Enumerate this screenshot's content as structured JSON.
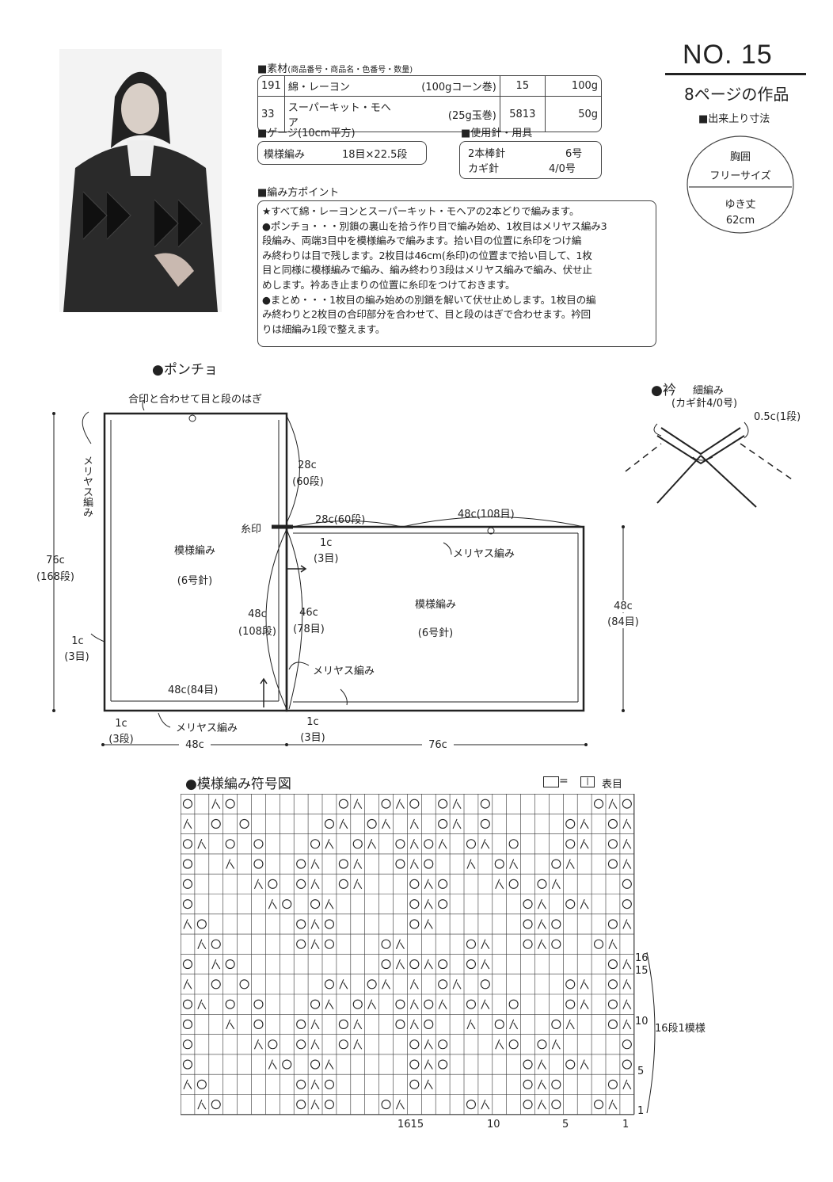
{
  "header": {
    "number": "NO. 15",
    "page_ref": "8ページの作品",
    "finished_size_title": "■出来上り寸法",
    "chest_label": "胸囲",
    "chest_value": "フリーサイズ",
    "sleeve_label": "ゆき丈",
    "sleeve_value": "62cm"
  },
  "materials": {
    "title": "■素材",
    "title_note": "(商品番号・商品名・色番号・数量)",
    "rows": [
      {
        "code": "191",
        "name": "綿・レーヨン",
        "unit": "(100gコーン巻)",
        "color": "15",
        "qty": "100g"
      },
      {
        "code": "33",
        "name": "スーパーキット・モヘア",
        "unit": "(25g玉巻)",
        "color": "5813",
        "qty": "50g"
      }
    ]
  },
  "gauge": {
    "title": "■ゲージ(10cm平方)",
    "pattern": "模様編み",
    "value": "18目×22.5段"
  },
  "needles": {
    "title": "■使用針・用具",
    "row1_name": "2本棒針",
    "row1_size": "6号",
    "row2_name": "カギ針",
    "row2_size": "4/0号"
  },
  "points": {
    "title": "■編み方ポイント",
    "lines": [
      "★すべて綿・レーヨンとスーパーキット・モヘアの2本どりで編みます。",
      "●ポンチョ・・・別鎖の裏山を拾う作り目で編み始め、1枚目はメリヤス編み3",
      "段編み、両端3目中を模様編みで編みます。拾い目の位置に糸印をつけ編",
      "み終わりは目で残します。2枚目は46cm(糸印)の位置まで拾い目して、1枚",
      "目と同様に模様編みで編み、編み終わり3段はメリヤス編みで編み、伏せ止",
      "めします。衿あき止まりの位置に糸印をつけておきます。",
      "●まとめ・・・1枚目の編み始めの別鎖を解いて伏せ止めします。1枚目の編",
      "み終わりと2枚目の合印部分を合わせて、目と段のはぎで合わせます。衿回",
      "りは細編み1段で整えます。"
    ]
  },
  "poncho": {
    "title": "●ポンチョ",
    "seam_note": "合印と合わせて目と段のはぎ",
    "stockinette_left": "メリヤス編み",
    "h76": "76c",
    "h76_rows": "(168段)",
    "pattern1": "模様編み",
    "needle1": "(6号針)",
    "edge_1c": "1c",
    "edge_3st": "(3目)",
    "bottom_48_84": "48c(84目)",
    "bottom_1c": "1c",
    "bottom_3rows": "(3段)",
    "stockinette_bottom": "メリヤス編み",
    "w48": "48c",
    "w76": "76c",
    "v28": "28c",
    "v28_rows": "(60段)",
    "marker": "糸印",
    "top_28": "28c(60段)",
    "top_48": "48c(108目)",
    "c1_3": "1c",
    "c1_3b": "(3目)",
    "v48": "48c",
    "v48_rows": "(108段)",
    "v46": "46c",
    "v46_rows": "(78目)",
    "stockinette_top": "メリヤス編み",
    "pattern2": "模様編み",
    "needle2": "(6号針)",
    "stockinette_mid": "メリヤス編み",
    "right_48": "48c",
    "right_84": "(84目)",
    "bottom2_1c": "1c",
    "bottom2_3st": "(3目)"
  },
  "collar": {
    "title": "●衿",
    "stitch": "細編み",
    "hook": "(カギ針4/0号)",
    "width": "0.5c(1段)"
  },
  "chart": {
    "title": "●模様編み符号図",
    "legend_eq": "=",
    "legend_text": "表目",
    "row_labels": [
      "16",
      "15",
      "10",
      "5",
      "1"
    ],
    "col_labels": [
      "1615",
      "10",
      "5",
      "1"
    ],
    "repeat_note": "16段1模様"
  }
}
